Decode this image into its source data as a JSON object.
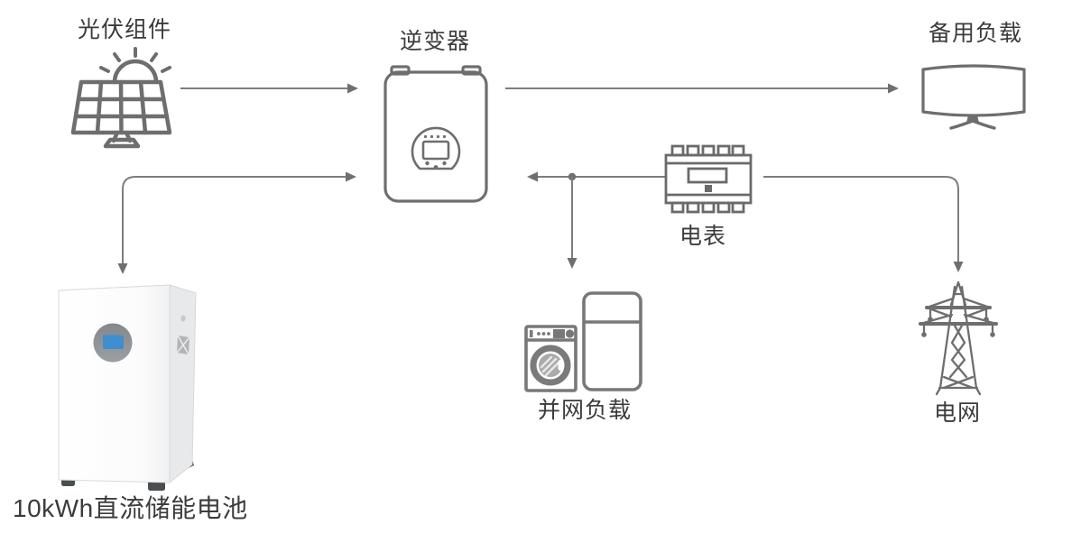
{
  "colors": {
    "background": "#ffffff",
    "connector_line": "#7d7d7d",
    "arrowhead": "#6f6f6f",
    "icon_stroke": "#6e6e6e",
    "label_text": "#3b3b3b",
    "battery_screen_blue": "#3f8ed0",
    "battery_side_gray": "#e7e9ea"
  },
  "nodes": {
    "pv": {
      "label": "光伏组件",
      "icon": "solar-panel-icon"
    },
    "inverter": {
      "label": "逆变器",
      "icon": "inverter-icon"
    },
    "backup_load": {
      "label": "备用负载",
      "icon": "curved-tv-icon"
    },
    "meter": {
      "label": "电表",
      "icon": "energy-meter-icon"
    },
    "grid_load": {
      "label": "并网负载",
      "icon": "washer-fridge-icon"
    },
    "grid": {
      "label": "电网",
      "icon": "transmission-tower-icon"
    },
    "battery": {
      "label": "10kWh直流储能电池",
      "icon": "battery-unit-image"
    }
  },
  "connections": [
    {
      "from": "光伏组件",
      "to": "逆变器",
      "style": "straight-arrow-right"
    },
    {
      "from": "逆变器",
      "to": "备用负载",
      "style": "straight-arrow-right"
    },
    {
      "from": "逆变器",
      "to": "10kWh直流储能电池",
      "style": "elbow-double-arrow (arrowheads into inverter and into battery)"
    },
    {
      "from": "电表",
      "to": "逆变器",
      "style": "straight-arrow-left"
    },
    {
      "from": "电表",
      "to": "并网负载",
      "style": "branch-arrow-down from junction dot on meter-inverter line"
    },
    {
      "from": "电表",
      "to": "电网",
      "style": "elbow-arrow-down"
    }
  ]
}
